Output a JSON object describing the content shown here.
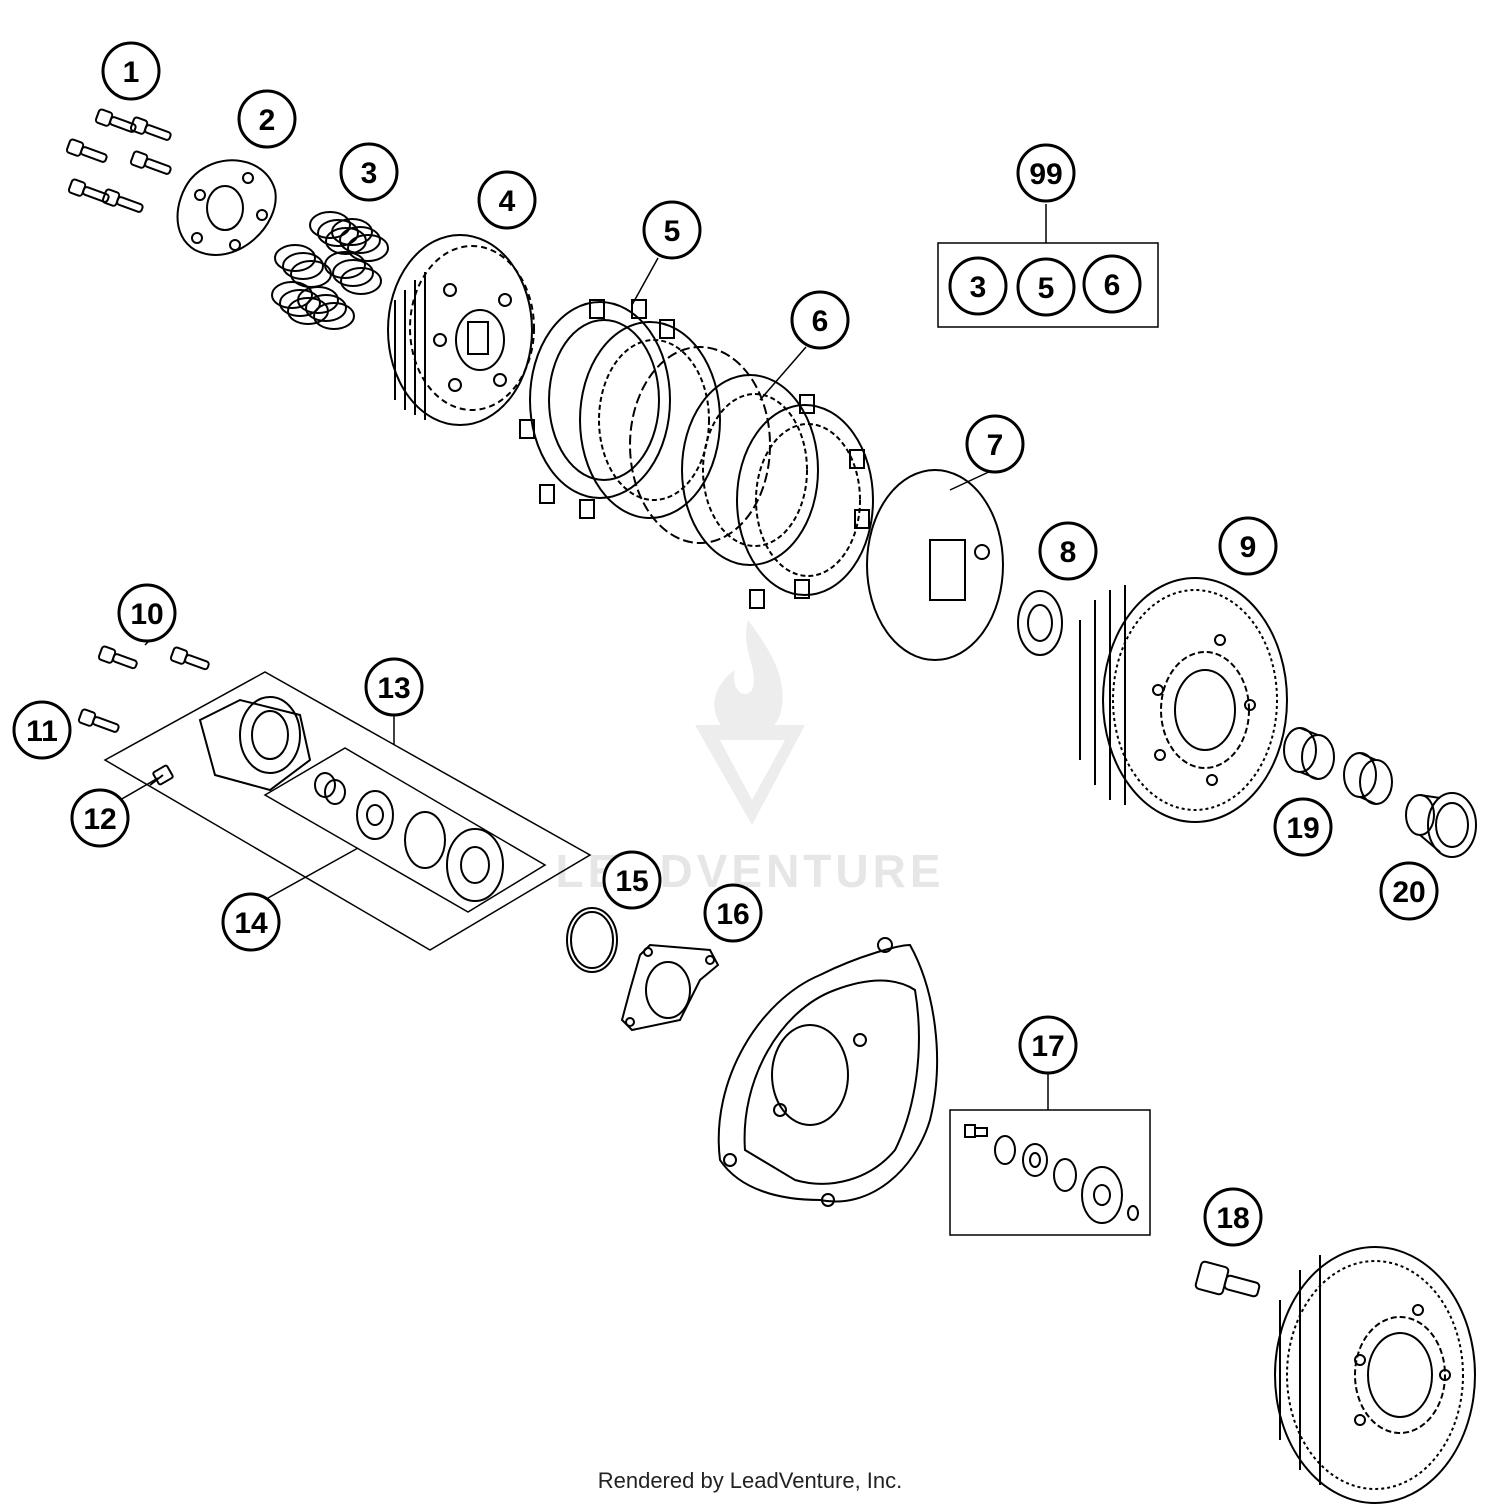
{
  "diagram": {
    "callouts": [
      "1",
      "2",
      "3",
      "4",
      "5",
      "6",
      "7",
      "8",
      "9",
      "10",
      "11",
      "12",
      "13",
      "14",
      "15",
      "16",
      "17",
      "18",
      "19",
      "20"
    ],
    "kit": {
      "label": "99",
      "contents": [
        "3",
        "5",
        "6"
      ]
    },
    "watermark": "LEADVENTURE"
  },
  "footer": {
    "text": "Rendered by LeadVenture, Inc."
  }
}
